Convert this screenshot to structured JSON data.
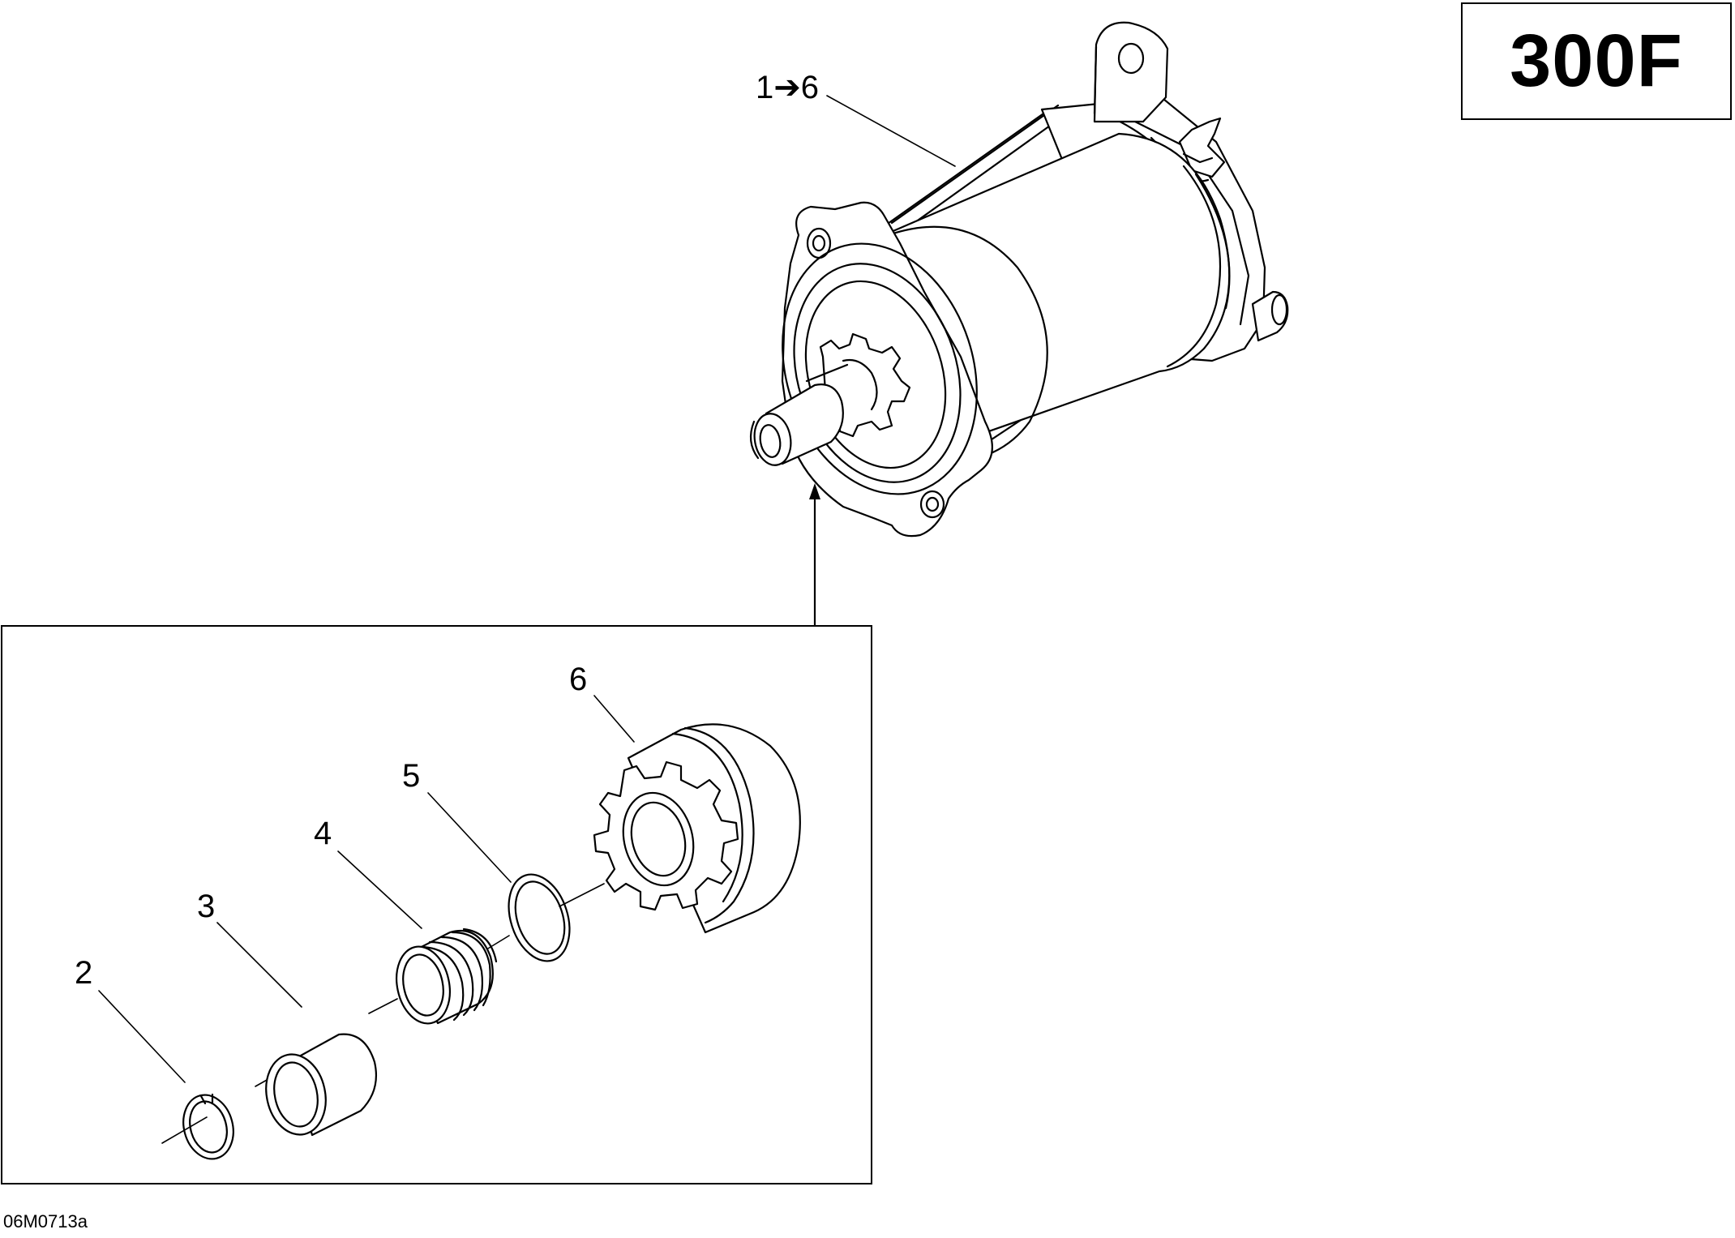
{
  "diagram": {
    "model_label": "300F",
    "figure_code": "06M0713a",
    "callouts": {
      "assembly": "1➔6",
      "c2": "2",
      "c3": "3",
      "c4": "4",
      "c5": "5",
      "c6": "6"
    }
  },
  "parts": {
    "assembly": "starter-motor-assembly",
    "c2": "retaining-ring",
    "c3": "stop-collar",
    "c4": "spring",
    "c5": "thrust-washer",
    "c6": "drive-pinion"
  }
}
